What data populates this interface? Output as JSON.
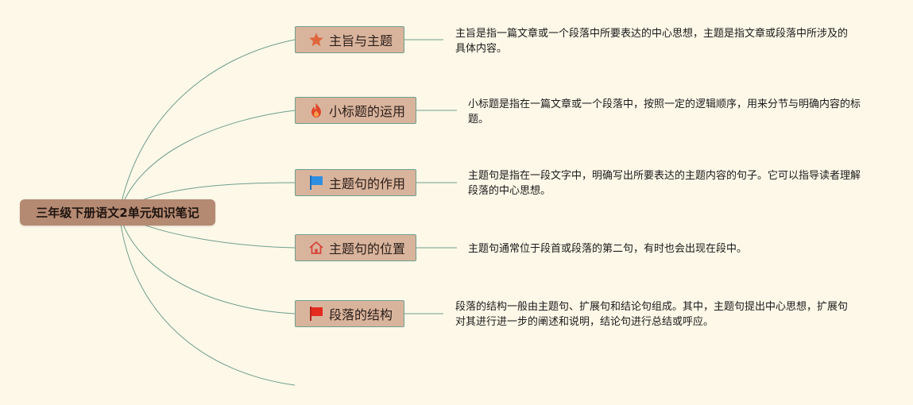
{
  "root": {
    "label": "三年级下册语文2单元知识笔记"
  },
  "branches": [
    {
      "label": "主旨与主题",
      "icon": "star-icon",
      "description": "主旨是指一篇文章或一个段落中所要表达的中心思想，主题是指文章或段落中所涉及的具体内容。"
    },
    {
      "label": "小标题的运用",
      "icon": "fire-icon",
      "description": "小标题是指在一篇文章或一个段落中，按照一定的逻辑顺序，用来分节与明确内容的标题。"
    },
    {
      "label": "主题句的作用",
      "icon": "blue-flag-icon",
      "description": "主题句是指在一段文字中，明确写出所要表达的主题内容的句子。它可以指导读者理解段落的中心思想。"
    },
    {
      "label": "主题句的位置",
      "icon": "house-icon",
      "description": "主题句通常位于段首或段落的第二句，有时也会出现在段中。"
    },
    {
      "label": "段落的结构",
      "icon": "red-flag-icon",
      "description": "段落的结构一般由主题句、扩展句和结论句组成。其中，主题句提出中心思想，扩展句对其进行进一步的阐述和说明，结论句进行总结或呼应。"
    }
  ],
  "colors": {
    "background": "#fdf8e8",
    "root_fill": "#b58a72",
    "topic_fill": "#d9b49d",
    "connector": "#6f9f8c"
  }
}
